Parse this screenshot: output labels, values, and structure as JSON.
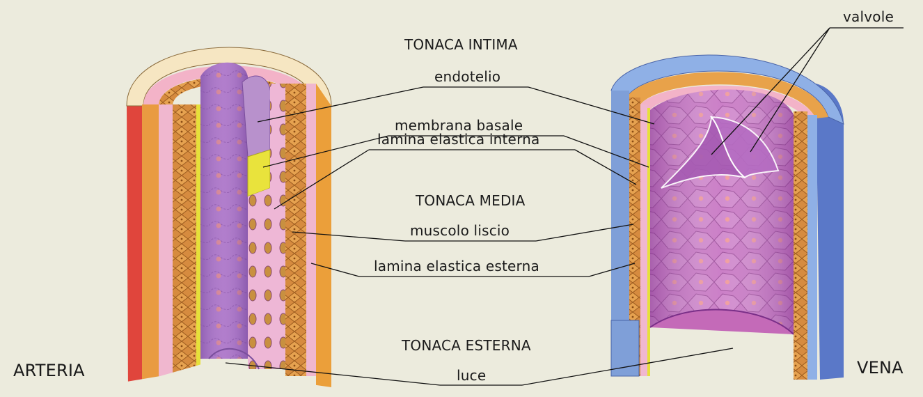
{
  "labels": {
    "tonaca_intima": "TONACA INTIMA",
    "endotelio": "endotelio",
    "membrana_basale": "membrana basale",
    "lamina_elastica_interna": "lamina elastica interna",
    "tonaca_media": "TONACA MEDIA",
    "muscolo_liscio": "muscolo liscio",
    "lamina_elastica_esterna": "lamina elastica esterna",
    "tonaca_esterna": "TONACA ESTERNA",
    "luce": "luce",
    "valvole": "valvole",
    "arteria": "ARTERIA",
    "vena": "VENA"
  },
  "colors": {
    "background": "#ecebdd",
    "adventitia": "#e8a24a",
    "muscle": "#d48a3c",
    "endothelium": "#a56bc0",
    "elastic": "#f2c9dd",
    "basement": "#e8e23a",
    "vein_outer": "#7f9fd8",
    "vein_inner": "#c86fbf"
  }
}
